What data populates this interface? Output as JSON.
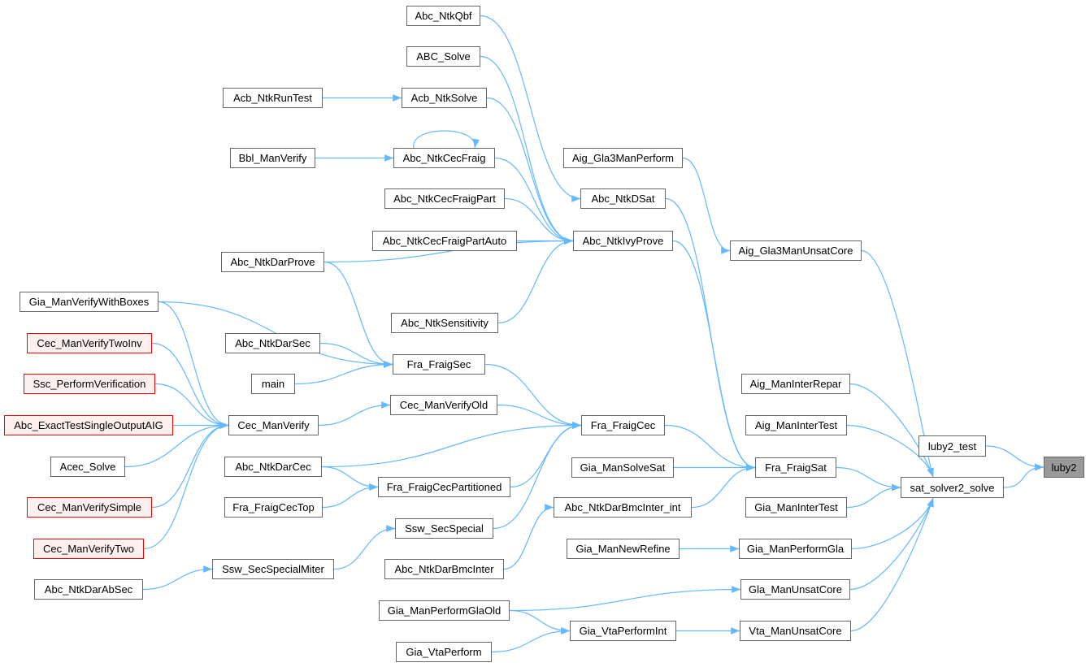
{
  "title": "luby2 caller graph",
  "colors": {
    "edge": "#63b8ff",
    "node_border": "#666666",
    "truncated_border": "#ff0000",
    "truncated_fill": "#fff0f0",
    "root_fill": "#999999"
  },
  "nodes": [
    {
      "id": "Abc_NtkQbf",
      "style": "normal"
    },
    {
      "id": "ABC_Solve",
      "style": "normal"
    },
    {
      "id": "Acb_NtkRunTest",
      "style": "normal"
    },
    {
      "id": "Acb_NtkSolve",
      "style": "normal"
    },
    {
      "id": "Bbl_ManVerify",
      "style": "normal"
    },
    {
      "id": "Abc_NtkCecFraig",
      "style": "normal"
    },
    {
      "id": "Aig_Gla3ManPerform",
      "style": "normal"
    },
    {
      "id": "Abc_NtkDSat",
      "style": "normal"
    },
    {
      "id": "Abc_NtkCecFraigPart",
      "style": "normal"
    },
    {
      "id": "Abc_NtkCecFraigPartAuto",
      "style": "normal"
    },
    {
      "id": "Abc_NtkIvyProve",
      "style": "normal"
    },
    {
      "id": "Aig_Gla3ManUnsatCore",
      "style": "normal"
    },
    {
      "id": "Abc_NtkDarProve",
      "style": "normal"
    },
    {
      "id": "Gia_ManVerifyWithBoxes",
      "style": "normal"
    },
    {
      "id": "Abc_NtkSensitivity",
      "style": "normal"
    },
    {
      "id": "Cec_ManVerifyTwoInv",
      "style": "red"
    },
    {
      "id": "Abc_NtkDarSec",
      "style": "normal"
    },
    {
      "id": "Fra_FraigSec",
      "style": "normal"
    },
    {
      "id": "Ssc_PerformVerification",
      "style": "red"
    },
    {
      "id": "main",
      "style": "normal"
    },
    {
      "id": "Aig_ManInterRepar",
      "style": "normal"
    },
    {
      "id": "Cec_ManVerifyOld",
      "style": "normal"
    },
    {
      "id": "Abc_ExactTestSingleOutputAIG",
      "style": "red"
    },
    {
      "id": "Cec_ManVerify",
      "style": "normal"
    },
    {
      "id": "Fra_FraigCec",
      "style": "normal"
    },
    {
      "id": "Aig_ManInterTest",
      "style": "normal"
    },
    {
      "id": "luby2_test",
      "style": "normal"
    },
    {
      "id": "Acec_Solve",
      "style": "normal"
    },
    {
      "id": "Abc_NtkDarCec",
      "style": "normal"
    },
    {
      "id": "Gia_ManSolveSat",
      "style": "normal"
    },
    {
      "id": "Fra_FraigSat",
      "style": "normal"
    },
    {
      "id": "luby2",
      "style": "root"
    },
    {
      "id": "Fra_FraigCecPartitioned",
      "style": "normal"
    },
    {
      "id": "sat_solver2_solve",
      "style": "normal"
    },
    {
      "id": "Cec_ManVerifySimple",
      "style": "red"
    },
    {
      "id": "Fra_FraigCecTop",
      "style": "normal"
    },
    {
      "id": "Abc_NtkDarBmcInter_int",
      "style": "normal"
    },
    {
      "id": "Gia_ManInterTest",
      "style": "normal"
    },
    {
      "id": "Ssw_SecSpecial",
      "style": "normal"
    },
    {
      "id": "Cec_ManVerifyTwo",
      "style": "red"
    },
    {
      "id": "Gia_ManNewRefine",
      "style": "normal"
    },
    {
      "id": "Gia_ManPerformGla",
      "style": "normal"
    },
    {
      "id": "Ssw_SecSpecialMiter",
      "style": "normal"
    },
    {
      "id": "Abc_NtkDarBmcInter",
      "style": "normal"
    },
    {
      "id": "Abc_NtkDarAbSec",
      "style": "normal"
    },
    {
      "id": "Gla_ManUnsatCore",
      "style": "normal"
    },
    {
      "id": "Gia_ManPerformGlaOld",
      "style": "normal"
    },
    {
      "id": "Gia_VtaPerformInt",
      "style": "normal"
    },
    {
      "id": "Vta_ManUnsatCore",
      "style": "normal"
    },
    {
      "id": "Gia_VtaPerform",
      "style": "normal"
    }
  ],
  "edges": [
    [
      "Abc_NtkQbf",
      "Abc_NtkDSat"
    ],
    [
      "ABC_Solve",
      "Abc_NtkIvyProve"
    ],
    [
      "Acb_NtkSolve",
      "Abc_NtkIvyProve"
    ],
    [
      "Acb_NtkRunTest",
      "Acb_NtkSolve"
    ],
    [
      "Bbl_ManVerify",
      "Abc_NtkCecFraig"
    ],
    [
      "Abc_NtkCecFraig",
      "Abc_NtkCecFraig"
    ],
    [
      "Abc_NtkCecFraig",
      "Abc_NtkIvyProve"
    ],
    [
      "Abc_NtkCecFraigPart",
      "Abc_NtkIvyProve"
    ],
    [
      "Abc_NtkCecFraigPartAuto",
      "Abc_NtkIvyProve"
    ],
    [
      "Abc_NtkDarProve",
      "Abc_NtkIvyProve"
    ],
    [
      "Abc_NtkSensitivity",
      "Abc_NtkIvyProve"
    ],
    [
      "Abc_NtkDarProve",
      "Fra_FraigSec"
    ],
    [
      "Gia_ManVerifyWithBoxes",
      "Fra_FraigSec"
    ],
    [
      "Gia_ManVerifyWithBoxes",
      "Cec_ManVerify"
    ],
    [
      "Abc_NtkDarSec",
      "Fra_FraigSec"
    ],
    [
      "main",
      "Fra_FraigSec"
    ],
    [
      "Cec_ManVerifyTwoInv",
      "Cec_ManVerify"
    ],
    [
      "Ssc_PerformVerification",
      "Cec_ManVerify"
    ],
    [
      "Abc_ExactTestSingleOutputAIG",
      "Cec_ManVerify"
    ],
    [
      "Acec_Solve",
      "Cec_ManVerify"
    ],
    [
      "Cec_ManVerifySimple",
      "Cec_ManVerify"
    ],
    [
      "Cec_ManVerifyTwo",
      "Cec_ManVerify"
    ],
    [
      "Cec_ManVerify",
      "Cec_ManVerifyOld"
    ],
    [
      "Cec_ManVerifyOld",
      "Fra_FraigCec"
    ],
    [
      "Fra_FraigSec",
      "Fra_FraigCec"
    ],
    [
      "Abc_NtkDarCec",
      "Fra_FraigCec"
    ],
    [
      "Abc_NtkDarCec",
      "Fra_FraigCecPartitioned"
    ],
    [
      "Fra_FraigCecTop",
      "Fra_FraigCecPartitioned"
    ],
    [
      "Fra_FraigCecPartitioned",
      "Fra_FraigCec"
    ],
    [
      "Ssw_SecSpecial",
      "Fra_FraigCec"
    ],
    [
      "Ssw_SecSpecialMiter",
      "Ssw_SecSpecial"
    ],
    [
      "Abc_NtkDarAbSec",
      "Ssw_SecSpecialMiter"
    ],
    [
      "Abc_NtkDarBmcInter",
      "Abc_NtkDarBmcInter_int"
    ],
    [
      "Abc_NtkDarBmcInter_int",
      "Fra_FraigSat"
    ],
    [
      "Abc_NtkIvyProve",
      "Fra_FraigSat"
    ],
    [
      "Abc_NtkDSat",
      "Fra_FraigSat"
    ],
    [
      "Fra_FraigCec",
      "Fra_FraigSat"
    ],
    [
      "Gia_ManSolveSat",
      "Fra_FraigSat"
    ],
    [
      "Fra_FraigSat",
      "sat_solver2_solve"
    ],
    [
      "Aig_Gla3ManPerform",
      "Aig_Gla3ManUnsatCore"
    ],
    [
      "Aig_Gla3ManUnsatCore",
      "sat_solver2_solve"
    ],
    [
      "Aig_ManInterRepar",
      "sat_solver2_solve"
    ],
    [
      "Aig_ManInterTest",
      "sat_solver2_solve"
    ],
    [
      "Gia_ManInterTest",
      "sat_solver2_solve"
    ],
    [
      "Gia_ManPerformGla",
      "sat_solver2_solve"
    ],
    [
      "Gla_ManUnsatCore",
      "sat_solver2_solve"
    ],
    [
      "Vta_ManUnsatCore",
      "sat_solver2_solve"
    ],
    [
      "Gia_ManNewRefine",
      "Gia_ManPerformGla"
    ],
    [
      "Gia_ManPerformGlaOld",
      "Gla_ManUnsatCore"
    ],
    [
      "Gia_ManPerformGlaOld",
      "Gia_VtaPerformInt"
    ],
    [
      "Gia_VtaPerform",
      "Gia_VtaPerformInt"
    ],
    [
      "Gia_VtaPerformInt",
      "Vta_ManUnsatCore"
    ],
    [
      "luby2_test",
      "luby2"
    ],
    [
      "sat_solver2_solve",
      "luby2"
    ]
  ]
}
